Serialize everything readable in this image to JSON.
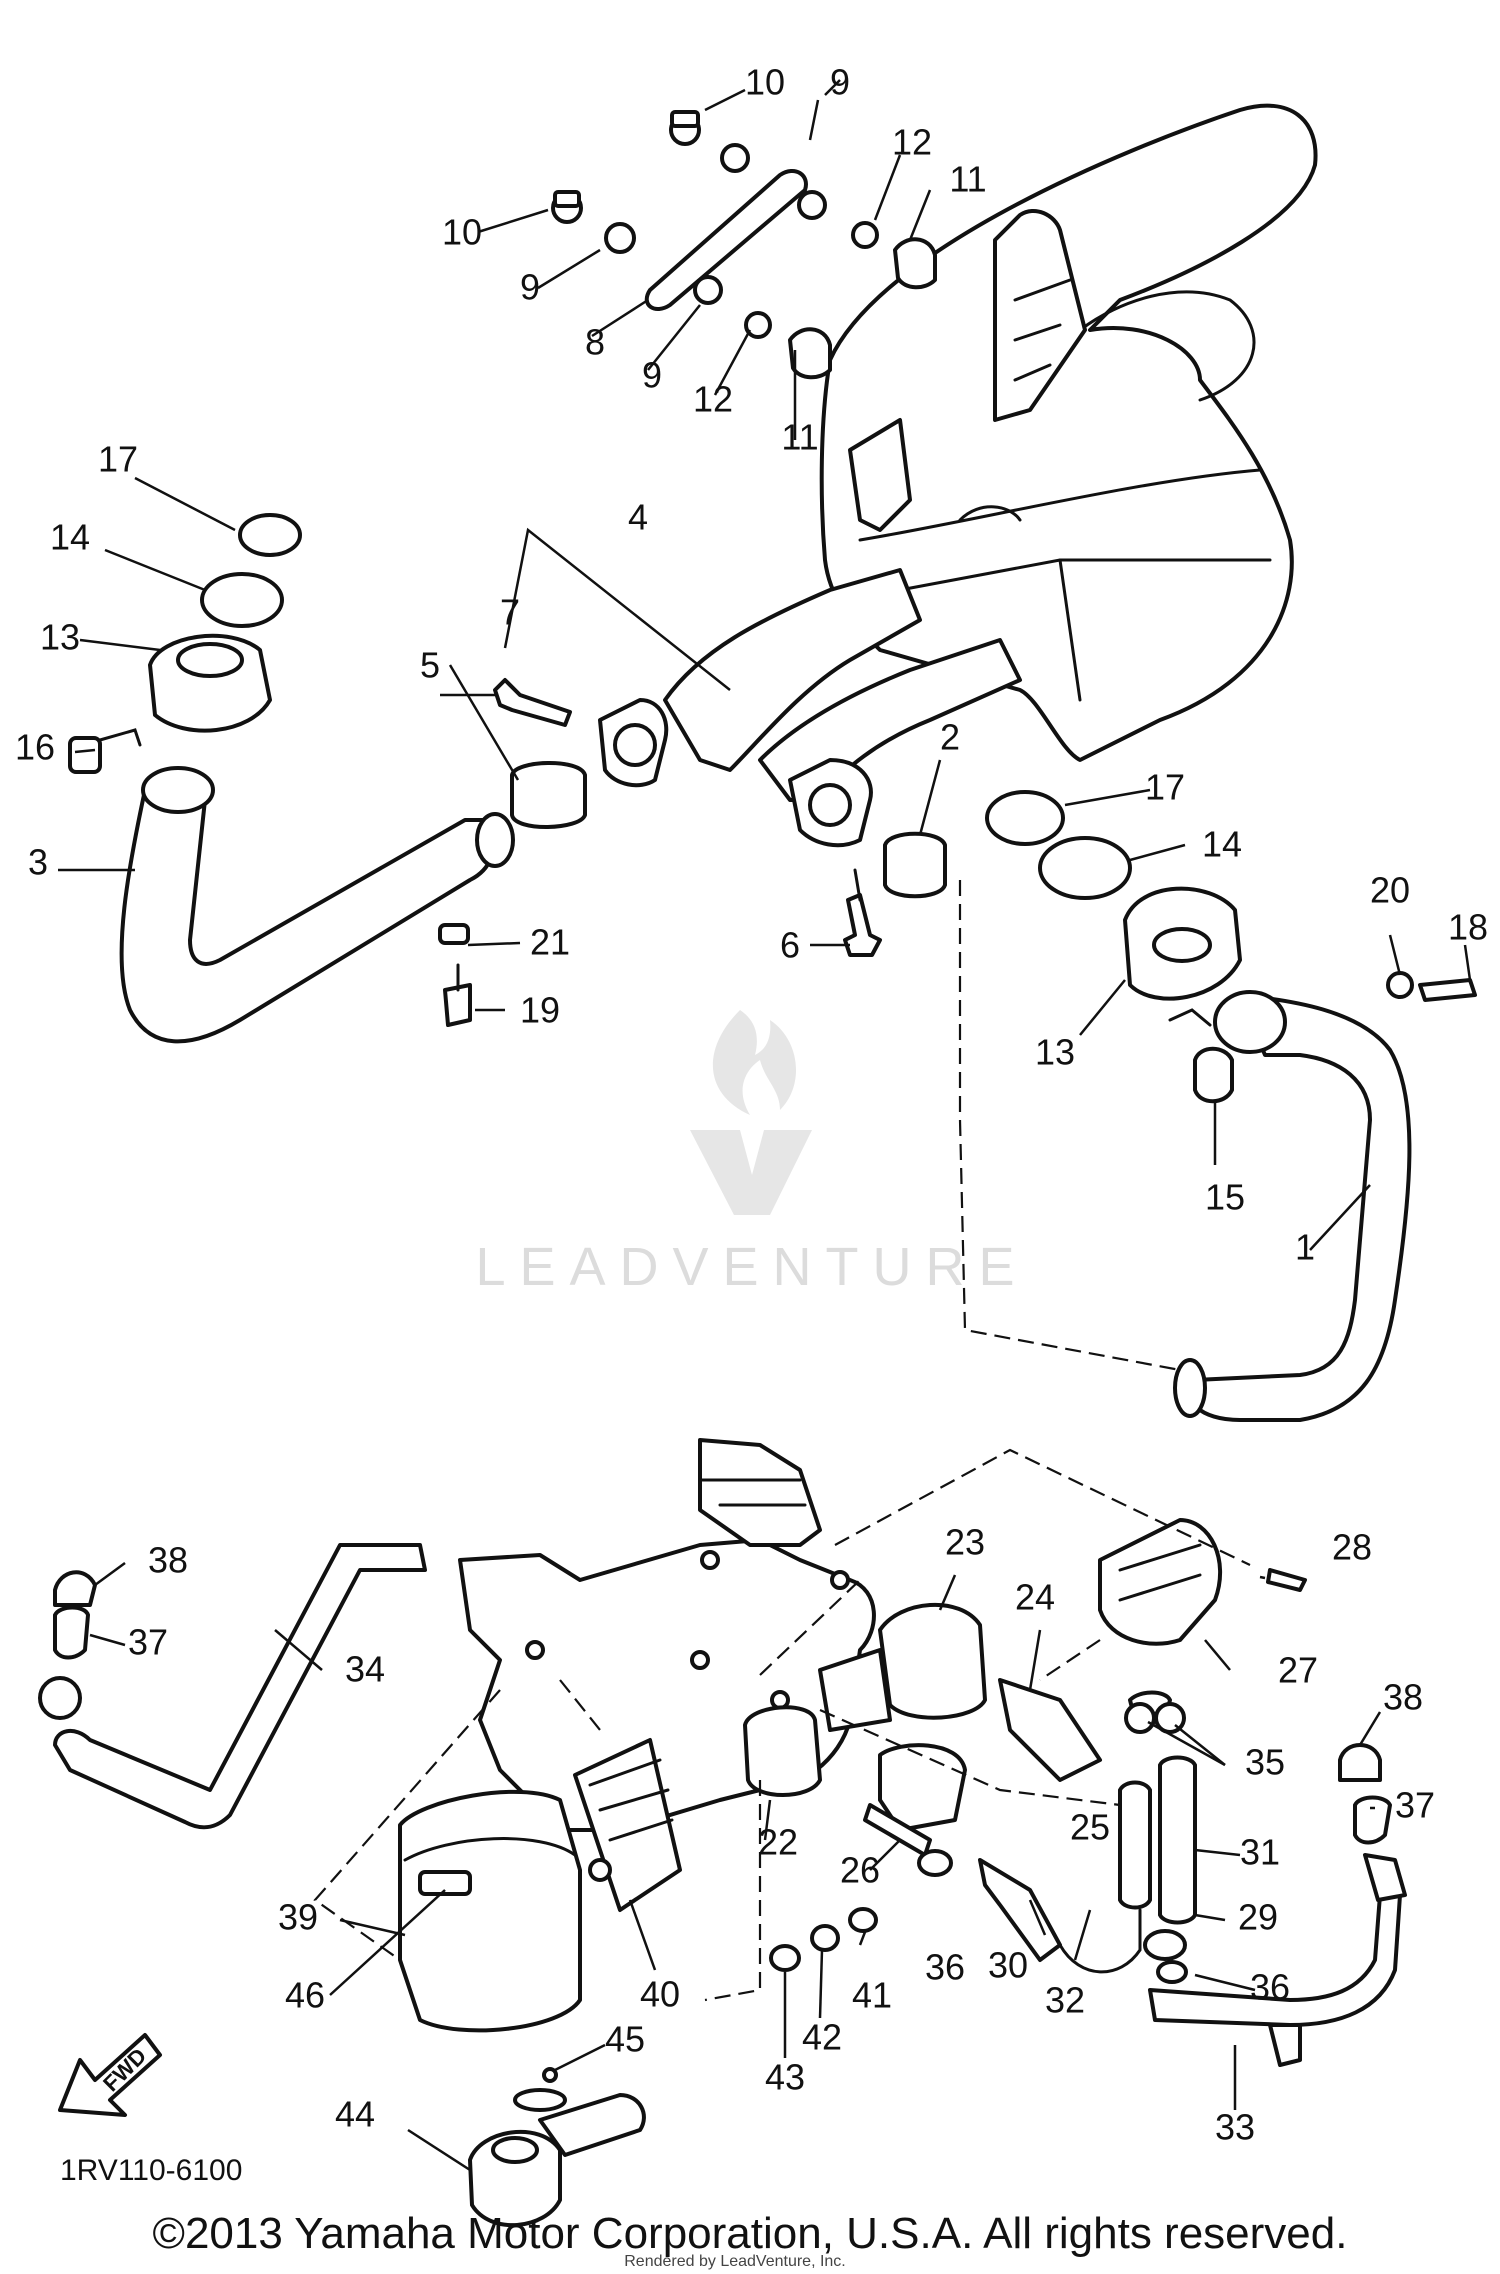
{
  "diagram": {
    "callouts": [
      "1",
      "2",
      "3",
      "4",
      "5",
      "6",
      "7",
      "8",
      "9",
      "9",
      "9",
      "10",
      "10",
      "11",
      "11",
      "12",
      "12",
      "13",
      "13",
      "14",
      "14",
      "15",
      "16",
      "17",
      "17",
      "18",
      "19",
      "20",
      "21",
      "22",
      "23",
      "24",
      "25",
      "26",
      "27",
      "28",
      "29",
      "30",
      "31",
      "32",
      "33",
      "34",
      "35",
      "36",
      "36",
      "37",
      "37",
      "38",
      "38",
      "39",
      "40",
      "41",
      "42",
      "43",
      "44",
      "45",
      "46"
    ],
    "figure_code": "1RV110-6100",
    "copyright": "©2013 Yamaha Motor Corporation, U.S.A. All rights reserved.",
    "fwd_label": "FWD",
    "watermark": "LEADVENTURE",
    "tiny_credit": "Rendered by LeadVenture, Inc."
  }
}
